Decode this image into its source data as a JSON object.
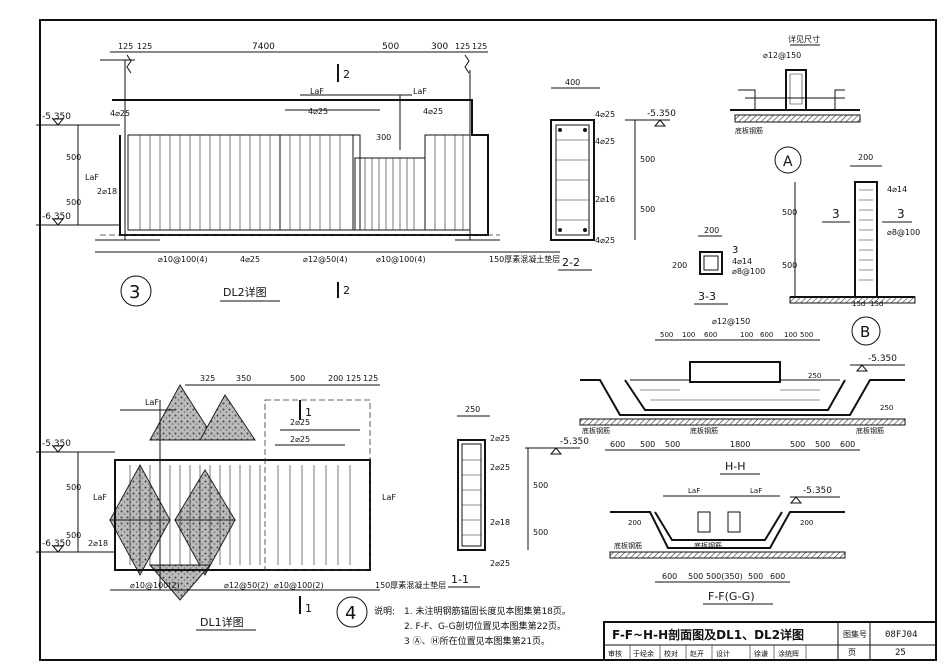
{
  "sheet_title": "F-F~H-H剖面图及DL1、DL2详图",
  "atlas_label": "图集号",
  "atlas_no": "08FJ04",
  "page_label": "页",
  "page_no": "25",
  "signatures": [
    "审核",
    "于经余",
    "校对",
    "赵开",
    "设计",
    "徐谦",
    "涂统辉"
  ],
  "notes": {
    "heading": "说明:",
    "items": [
      "1. 未注明钢筋锚固长度见本图集第18页。",
      "2. F-F、G-G剖切位置见本图集第22页。",
      "3 Ⓐ、Ⓗ所在位置见本图集第21页。"
    ]
  },
  "dl2": {
    "title": "DL2详图",
    "callout": "3",
    "section_mark": "2",
    "top_dims": [
      "125",
      "125",
      "7400",
      "500",
      "300",
      "125",
      "125"
    ],
    "elev_top": "-5.350",
    "elev_bottom": "-6.350",
    "h_dims": [
      "500",
      "500"
    ],
    "laf": "LaF",
    "rebar_labels": [
      "4⌀25",
      "4⌀25",
      "4⌀25",
      "300",
      "2⌀18"
    ],
    "bottom_labels": [
      "⌀10@100(4)",
      "4⌀25",
      "⌀12@50(4)",
      "⌀10@100(4)"
    ],
    "cushion": "150厚素混凝土垫层"
  },
  "sec22": {
    "title": "2-2",
    "width": "400",
    "elev": "-5.350",
    "labels": [
      "4⌀25",
      "4⌀25",
      "2⌀16",
      "4⌀25"
    ],
    "dims": [
      "500",
      "500"
    ]
  },
  "sec33": {
    "title": "3-3",
    "width": "200",
    "height": "200",
    "labels": [
      "3",
      "4⌀14",
      "⌀8@100"
    ]
  },
  "detailA": {
    "label": "A",
    "top": "⌀12@150",
    "note": "详见尺寸",
    "floor_rebar": "底板钢筋"
  },
  "detailB": {
    "label": "B",
    "width": "200",
    "marks": [
      "3",
      "3"
    ],
    "labels": [
      "4⌀14",
      "⌀8@100"
    ],
    "dims": [
      "500",
      "500"
    ],
    "anchor": "15d"
  },
  "secHH": {
    "title": "H-H",
    "top": "⌀12@150",
    "top_dims": [
      "500",
      "100",
      "600",
      "100",
      "600",
      "100",
      "500"
    ],
    "elev": "-5.350",
    "side_dims": [
      "250",
      "250"
    ],
    "bottom_dims": [
      "600",
      "500",
      "500",
      "1800",
      "500",
      "500",
      "600"
    ],
    "floor_rebar": "底板钢筋"
  },
  "secFF": {
    "title": "F-F(G-G)",
    "elev": "-5.350",
    "laf": "LaF",
    "dims_left": [
      "200",
      "200"
    ],
    "bottom_dims": [
      "600",
      "500",
      "500(350)",
      "500",
      "600"
    ],
    "floor_rebar": "底板钢筋"
  },
  "dl1": {
    "title": "DL1详图",
    "callout": "4",
    "section_mark": "1",
    "top_dims": [
      "325",
      "350",
      "500",
      "200",
      "125",
      "125"
    ],
    "elev_top": "-5.350",
    "elev_bottom": "-6.350",
    "h_dims": [
      "500",
      "500"
    ],
    "laf": "LaF",
    "rebar_labels": [
      "2⌀25",
      "2⌀25",
      "2⌀18"
    ],
    "bottom_labels": [
      "⌀10@100(2)",
      "⌀12@50(2)",
      "⌀10@100(2)"
    ],
    "cushion": "150厚素混凝土垫层"
  },
  "sec11": {
    "title": "1-1",
    "width": "250",
    "elev": "-5.350",
    "labels": [
      "2⌀25",
      "2⌀25",
      "2⌀18",
      "2⌀25"
    ],
    "dims": [
      "500",
      "500"
    ]
  }
}
